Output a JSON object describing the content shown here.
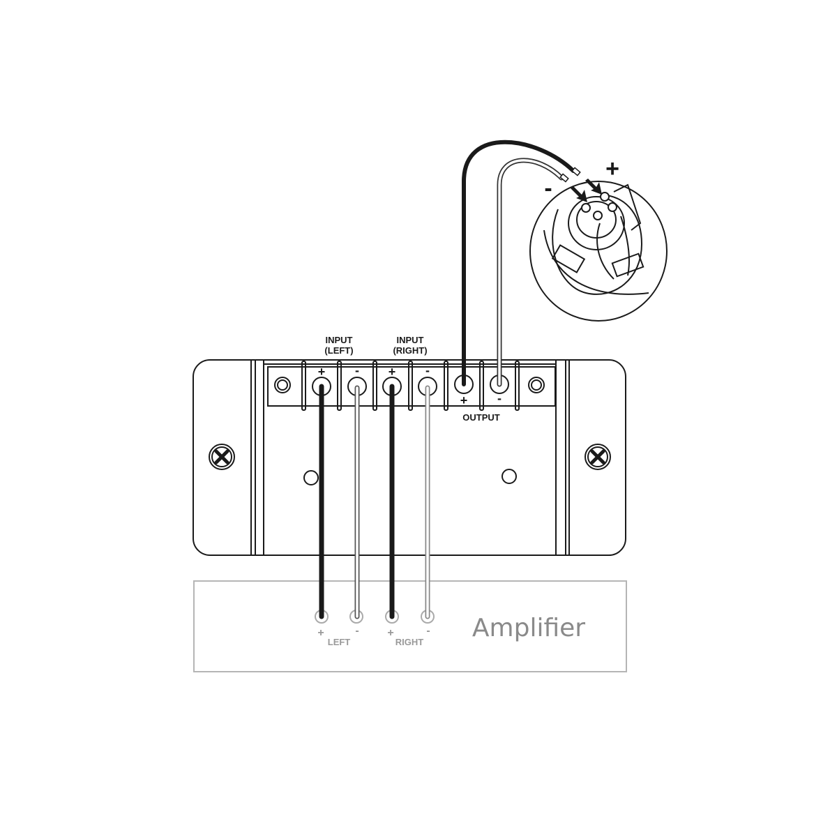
{
  "diagram": {
    "type": "wiring-diagram",
    "crossover": {
      "input_left_label_line1": "INPUT",
      "input_left_label_line2": "(LEFT)",
      "input_right_label_line1": "INPUT",
      "input_right_label_line2": "(RIGHT)",
      "output_label": "OUTPUT",
      "terminals": [
        {
          "id": "left-plus",
          "polarity": "+"
        },
        {
          "id": "left-minus",
          "polarity": "-"
        },
        {
          "id": "right-plus",
          "polarity": "+"
        },
        {
          "id": "right-minus",
          "polarity": "-"
        },
        {
          "id": "output-plus",
          "polarity": "+"
        },
        {
          "id": "output-minus",
          "polarity": "-"
        }
      ]
    },
    "amplifier": {
      "title": "Amplifier",
      "left_label": "LEFT",
      "right_label": "RIGHT",
      "left_plus": "+",
      "left_minus": "-",
      "right_plus": "+",
      "right_minus": "-"
    },
    "speaker": {
      "plus_label": "+",
      "minus_label": "-"
    },
    "colors": {
      "line": "#1a1a1a",
      "positive_wire": "#1a1a1a",
      "negative_wire": "#bdbdbd",
      "amplifier_outline": "#b5b5b5",
      "amplifier_text": "#8a8a8a"
    }
  }
}
